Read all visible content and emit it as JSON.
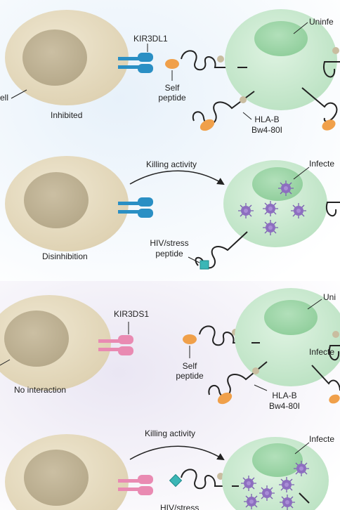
{
  "top_panel": {
    "receptor_label": "KIR3DL1",
    "partial_cell_label": "ell",
    "inhibited_label": "Inhibited",
    "self_peptide_label_1": "Self",
    "self_peptide_label_2": "peptide",
    "uninfected_label": "Uninfe",
    "hla_label_1": "HLA-B",
    "hla_label_2": "Bw4-80I",
    "killing_label": "Killing activity",
    "infected_label": "Infecte",
    "disinhibition_label": "Disinhibition",
    "stress_peptide_label_1": "HIV/stress",
    "stress_peptide_label_2": "peptide"
  },
  "bottom_panel": {
    "receptor_label": "KIR3DS1",
    "no_interaction_label": "No interaction",
    "self_peptide_label_1": "Self",
    "self_peptide_label_2": "peptide",
    "uninfected_label": "Uni",
    "hla_label_1": "HLA-B",
    "hla_label_2": "Bw4-80I",
    "infected_label_1": "Infecte",
    "killing_label": "Killing activity",
    "infected_label_2": "Infecte",
    "stress_peptide_label": "HIV/stress"
  },
  "colors": {
    "nk_cell": "#e6dcc2",
    "nk_nucleus": "#c9bda0",
    "target_cell": "#cdebd2",
    "target_nucleus": "#99d3a4",
    "inhibitory_receptor": "#2a8fc4",
    "activating_receptor": "#e98ab2",
    "self_peptide": "#f0a04a",
    "stress_peptide": "#3bb6b6",
    "virus": "#8d6ec0",
    "background_top": "#e9f2fa",
    "background_bottom": "#ece8f4"
  }
}
